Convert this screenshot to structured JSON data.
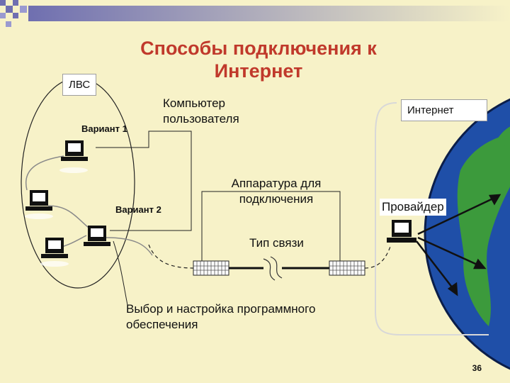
{
  "title": "Способы подключения к Интернет",
  "labels": {
    "lan": "ЛВС",
    "internet": "Интернет",
    "variant1": "Вариант 1",
    "variant2": "Вариант 2",
    "user_computer": "Компьютер пользователя",
    "equipment": "Аппаратура для подключения",
    "provider": "Провайдер",
    "link_type": "Тип связи",
    "software": "Выбор и настройка программного обеспечения"
  },
  "page_number": "36",
  "colors": {
    "background": "#f7f2c8",
    "title": "#c0392b",
    "ocean": "#1f4fa8",
    "land": "#3c9a3c"
  }
}
